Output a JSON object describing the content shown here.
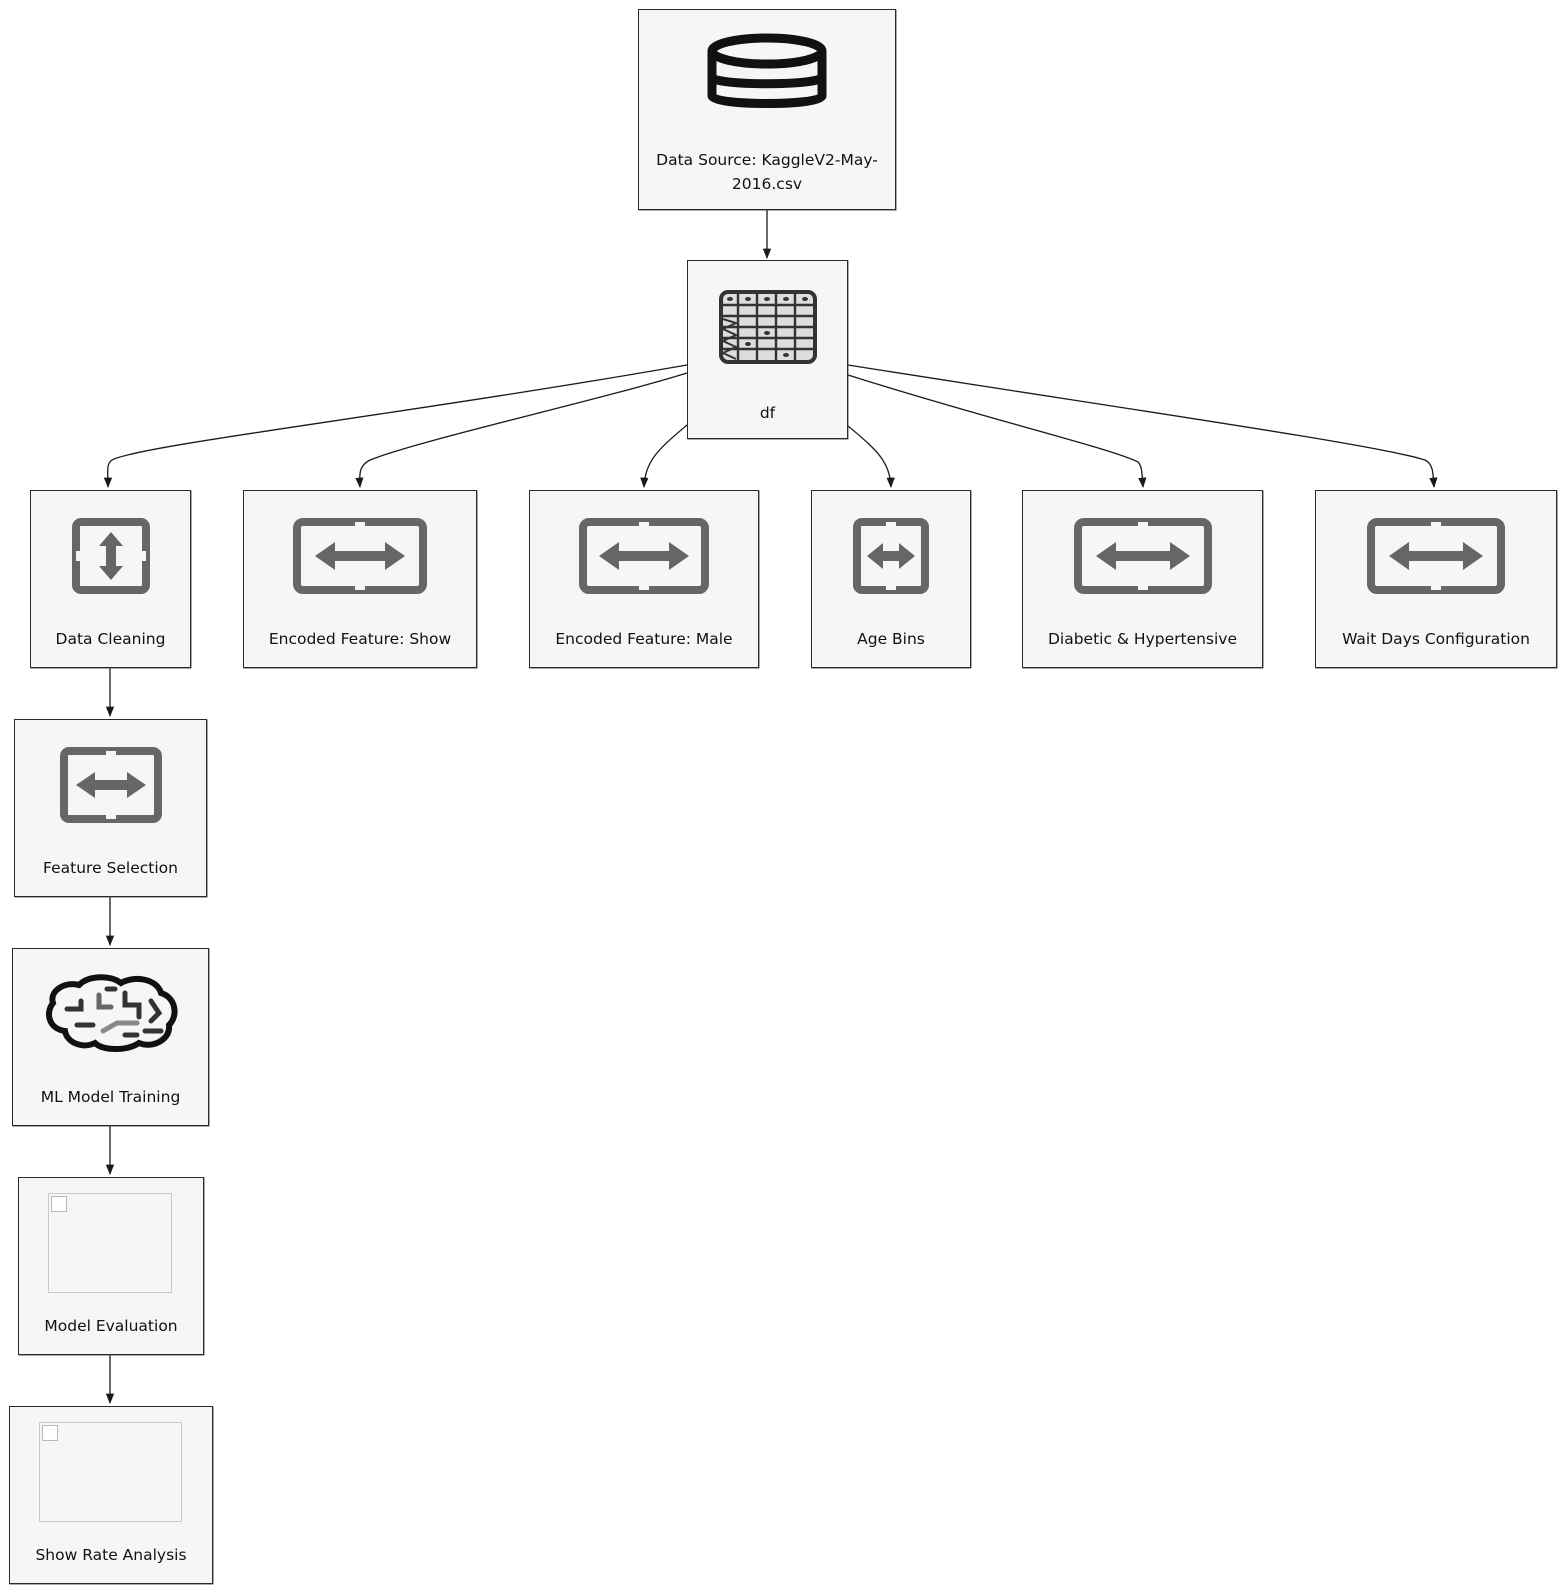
{
  "nodes": {
    "data_source": {
      "label": "Data Source: KaggleV2-May-2016.csv",
      "icon": "database-icon"
    },
    "df": {
      "label": "df",
      "icon": "table-icon"
    },
    "data_cleaning": {
      "label": "Data Cleaning",
      "icon": "transform-vertical-icon"
    },
    "enc_show": {
      "label": "Encoded Feature: Show",
      "icon": "transform-horizontal-icon"
    },
    "enc_male": {
      "label": "Encoded Feature: Male",
      "icon": "transform-horizontal-icon"
    },
    "age_bins": {
      "label": "Age Bins",
      "icon": "transform-horizontal-icon"
    },
    "diab_hyp": {
      "label": "Diabetic & Hypertensive",
      "icon": "transform-horizontal-icon"
    },
    "wait_days": {
      "label": "Wait Days Configuration",
      "icon": "transform-horizontal-icon"
    },
    "feature_sel": {
      "label": "Feature Selection",
      "icon": "transform-horizontal-icon"
    },
    "ml_training": {
      "label": "ML Model Training",
      "icon": "brain-circuit-icon"
    },
    "model_eval": {
      "label": "Model Evaluation",
      "icon": "broken-image-icon"
    },
    "show_rate": {
      "label": "Show Rate Analysis",
      "icon": "broken-image-icon"
    }
  },
  "edges": [
    [
      "data_source",
      "df"
    ],
    [
      "df",
      "data_cleaning"
    ],
    [
      "df",
      "enc_show"
    ],
    [
      "df",
      "enc_male"
    ],
    [
      "df",
      "age_bins"
    ],
    [
      "df",
      "diab_hyp"
    ],
    [
      "df",
      "wait_days"
    ],
    [
      "data_cleaning",
      "feature_sel"
    ],
    [
      "feature_sel",
      "ml_training"
    ],
    [
      "ml_training",
      "model_eval"
    ],
    [
      "model_eval",
      "show_rate"
    ]
  ],
  "colors": {
    "border": "#2a2a2a",
    "fill": "#f6f6f6",
    "icon": "#777777",
    "edge": "#1a1a1a"
  }
}
